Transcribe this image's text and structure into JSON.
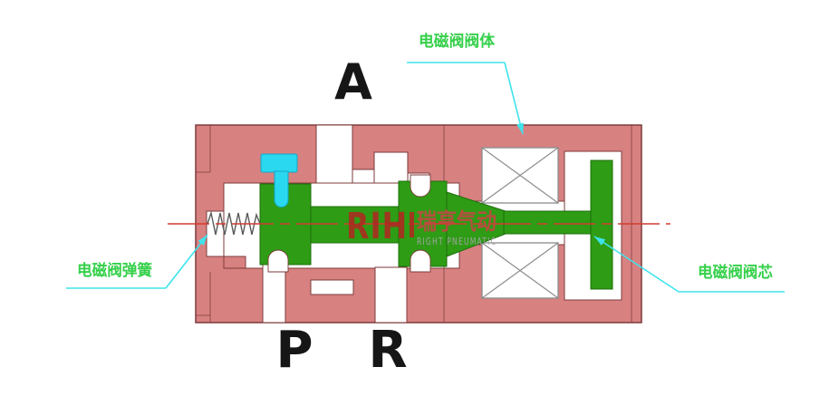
{
  "figure": {
    "type": "solenoid-valve-cross-section-diagram",
    "port_labels": {
      "a": "A",
      "p": "P",
      "r": "R"
    },
    "callouts": {
      "valve_body": "电磁阀阀体",
      "spring": "电磁阀弹簧",
      "spool": "电磁阀阀芯"
    },
    "watermark": {
      "logo": "RIH",
      "brand_cn": "瑞亨气动",
      "brand_en": "RIGHT PNEUMATIC"
    },
    "colors": {
      "body_pink": "#d88181",
      "body_stroke": "#7d3b3b",
      "cavity_white": "#ffffff",
      "spool_green": "#2e9c15",
      "spool_stroke": "#1e6e0c",
      "cyan_fill": "#2ad8ef",
      "cyan_stroke": "#13a8c4",
      "coil_gray": "#8b8b8b",
      "spring_gray": "#5a5a5a",
      "center_red": "#d23b30",
      "leader_cyan": "#3fe3ec",
      "label_green": "#35d04a",
      "port_black": "#161616",
      "wm_red": "#b82222",
      "wm_cn_red": "#c94444",
      "wm_gray": "#a3a3a3"
    }
  }
}
